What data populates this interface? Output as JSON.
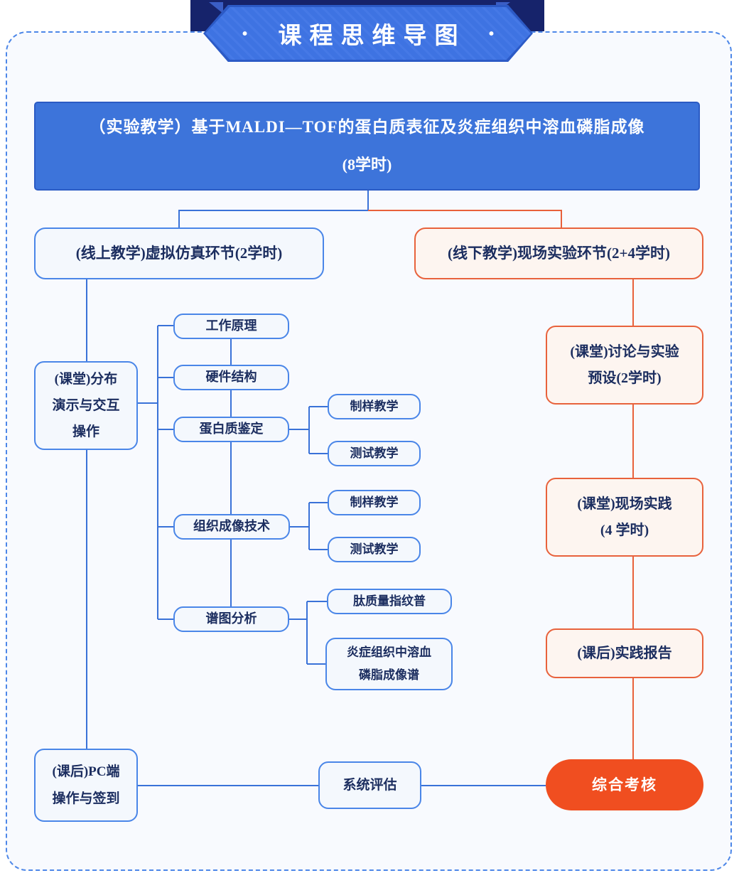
{
  "banner": {
    "dot_left": "·",
    "title": "课程思维导图",
    "dot_right": "·"
  },
  "root": {
    "title_line1": "（实验教学）基于MALDI—TOF的蛋白质表征及炎症组织中溶血磷脂成像",
    "title_line2": "(8学时)"
  },
  "branches": {
    "online": {
      "label": "(线上教学)虚拟仿真环节(2学时)"
    },
    "offline": {
      "label": "(线下教学)现场实验环节(2+4学时)"
    }
  },
  "online_tree": {
    "demo": {
      "label": "(课堂)分布\n演示与交互\n操作"
    },
    "principle": {
      "label": "工作原理"
    },
    "hardware": {
      "label": "硬件结构"
    },
    "protein": {
      "label": "蛋白质鉴定"
    },
    "protein_children": {
      "sample": {
        "label": "制样教学"
      },
      "test": {
        "label": "测试教学"
      }
    },
    "imaging": {
      "label": "组织成像技术"
    },
    "imaging_children": {
      "sample": {
        "label": "制样教学"
      },
      "test": {
        "label": "测试教学"
      }
    },
    "spectrum": {
      "label": "谱图分析"
    },
    "spectrum_children": {
      "fingerprint": {
        "label": "肽质量指纹普"
      },
      "lyso": {
        "label": "炎症组织中溶血\n磷脂成像谱"
      }
    },
    "pc": {
      "label": "(课后)PC端\n操作与签到"
    },
    "evaluation": {
      "label": "系统评估"
    }
  },
  "offline_tree": {
    "discussion": {
      "label": "(课堂)讨论与实验\n预设(2学时)"
    },
    "practice": {
      "label": "(课堂)现场实践\n(4 学时)"
    },
    "report": {
      "label": "(课后)实践报告"
    },
    "assessment": {
      "label": "综合考核"
    }
  },
  "colors": {
    "line_blue": "#3a72d8",
    "line_orange": "#e8613b",
    "root_fill": "#3d74da",
    "blue_node_border": "#4a86e8",
    "blue_node_fill": "#f4f8fd",
    "orange_node_border": "#e8623c",
    "orange_node_fill": "#fdf5f0",
    "assessment_fill": "#f04e20",
    "text_dark": "#1b2d5f",
    "banner_navy": "#16236b",
    "banner_blue": "#3e73e2",
    "frame_dash": "#4d87e8"
  }
}
